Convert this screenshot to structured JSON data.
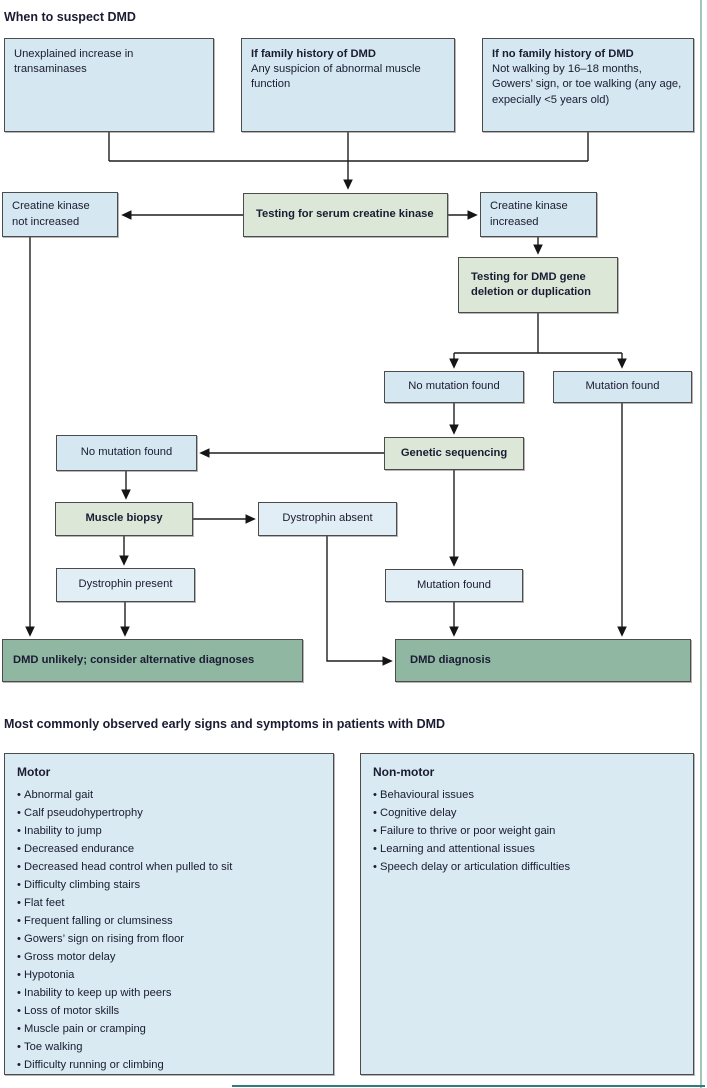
{
  "colors": {
    "box_blue": "#d5e7f0",
    "box_blue_light": "#e2eef5",
    "box_process_green": "#dde7d8",
    "box_outcome_green": "#8fb7a2",
    "box_border": "#4c4c4c",
    "connector_line": "#1e1e1e",
    "text": "#1b1b32",
    "right_edge_rule": "#a3c6b8",
    "bottom_rule": "#2c7d7d"
  },
  "flow": {
    "title": "When to suspect DMD",
    "nodes": {
      "unexplained": {
        "text": "Unexplained increase in transaminases"
      },
      "family": {
        "title": "If family history of DMD",
        "text": "Any suspicion of abnormal muscle function"
      },
      "no_family": {
        "title": "If no family history of DMD",
        "text": "Not walking by 16–18 months, Gowers’ sign, or toe walking (any age, expecially <5 years old)"
      },
      "ck_testing": {
        "text": "Testing for serum creatine kinase"
      },
      "ck_not_increased": {
        "text": "Creatine kinase not increased"
      },
      "ck_increased": {
        "text": "Creatine kinase increased"
      },
      "gene_testing": {
        "text": "Testing for DMD gene deletion or duplication"
      },
      "no_mutation_1": {
        "text": "No mutation found"
      },
      "mutation_1": {
        "text": "Mutation found"
      },
      "genetic_sequencing": {
        "text": "Genetic sequencing"
      },
      "no_mutation_2": {
        "text": "No mutation found"
      },
      "muscle_biopsy": {
        "text": "Muscle biopsy"
      },
      "dystrophin_absent": {
        "text": "Dystrophin absent"
      },
      "dystrophin_present": {
        "text": "Dystrophin present"
      },
      "mutation_2": {
        "text": "Mutation found"
      },
      "dmd_unlikely": {
        "text": "DMD unlikely; consider alternative diagnoses"
      },
      "dmd_diagnosis": {
        "text": "DMD diagnosis"
      }
    }
  },
  "symptoms": {
    "title": "Most commonly observed early signs and symptoms in patients with DMD",
    "motor": {
      "heading": "Motor",
      "items": [
        "Abnormal gait",
        "Calf pseudohypertrophy",
        "Inability to jump",
        "Decreased endurance",
        "Decreased head control when pulled to sit",
        "Difficulty climbing stairs",
        "Flat feet",
        "Frequent falling or clumsiness",
        "Gowers’ sign on rising from floor",
        "Gross motor delay",
        "Hypotonia",
        "Inability to keep up with peers",
        "Loss of motor skills",
        "Muscle pain or cramping",
        "Toe walking",
        "Difficulty running or climbing"
      ]
    },
    "non_motor": {
      "heading": "Non-motor",
      "items": [
        "Behavioural issues",
        "Cognitive delay",
        "Failure to thrive or poor weight gain",
        "Learning and attentional issues",
        "Speech delay or articulation difficulties"
      ]
    }
  }
}
